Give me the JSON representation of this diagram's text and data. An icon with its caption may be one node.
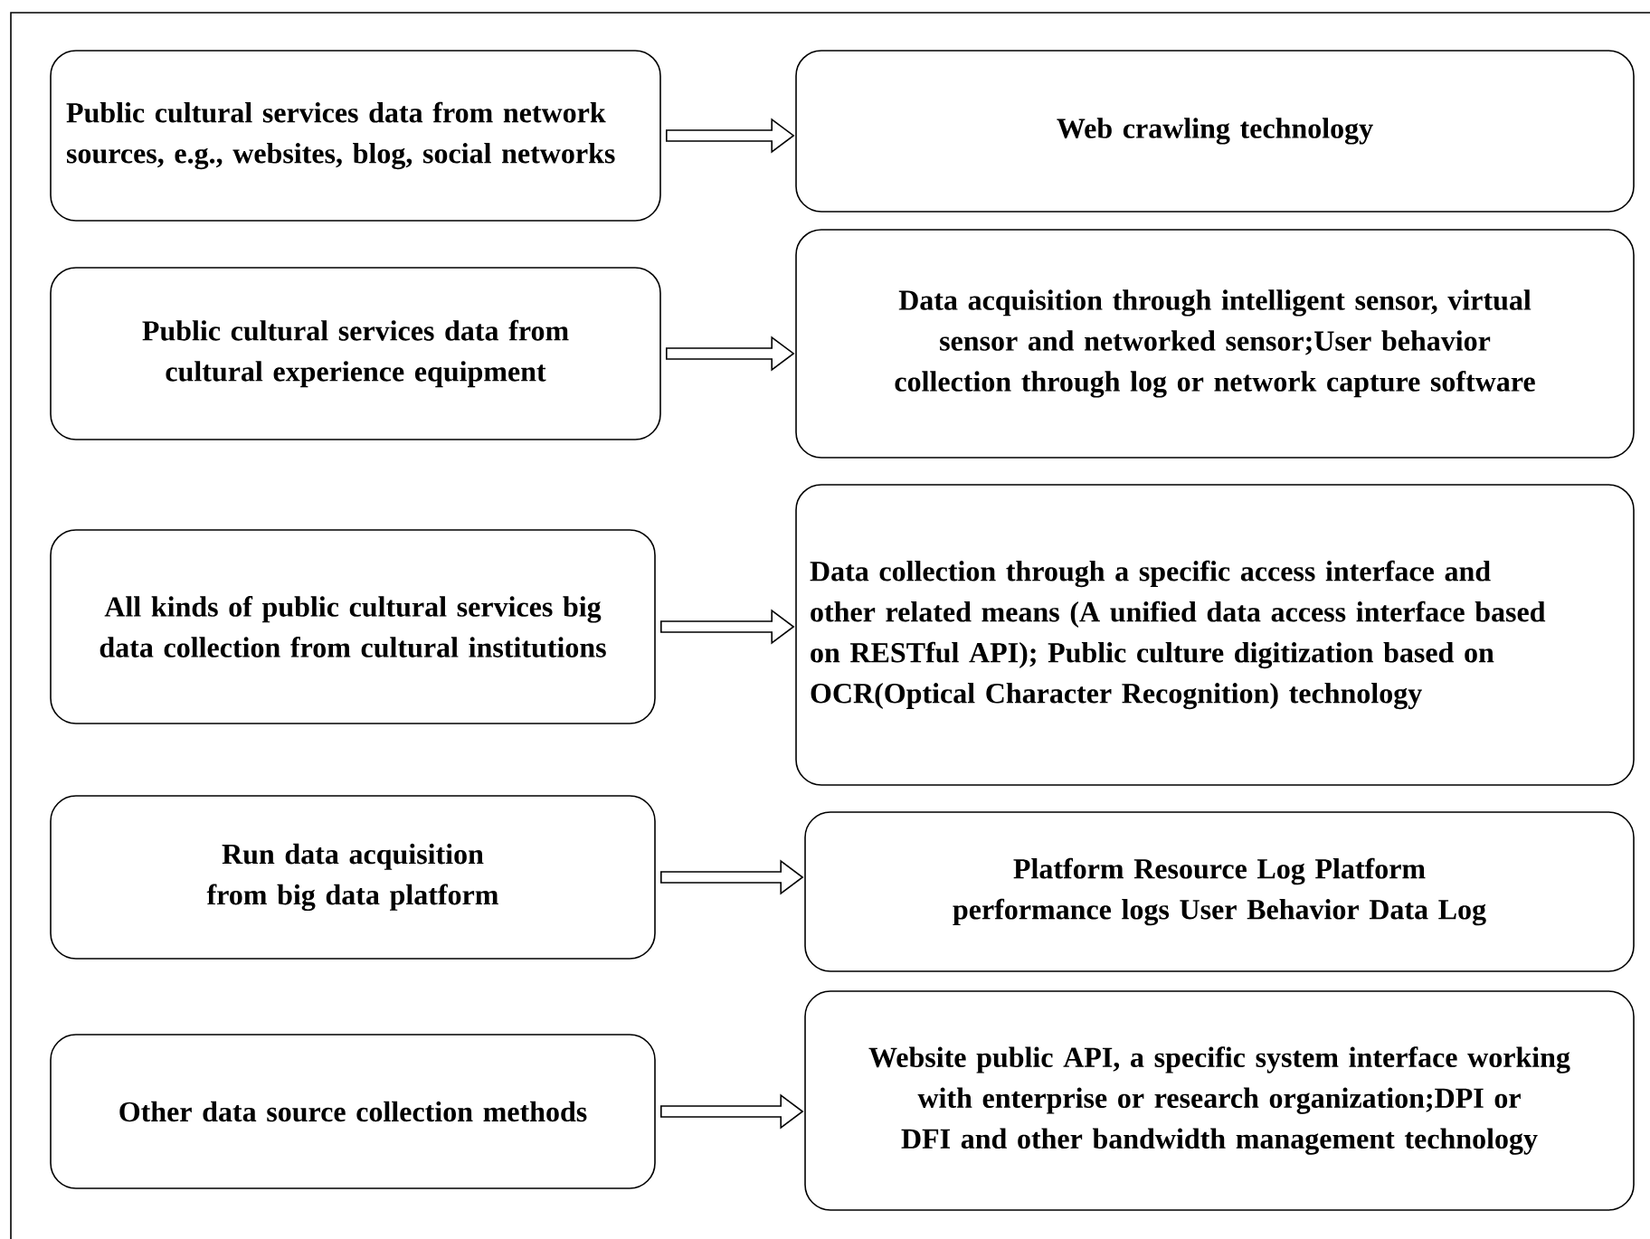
{
  "diagram": {
    "nodes": [
      {
        "text": [
          "Public cultural services data from network sources, e.g., websites, blog, social networks"
        ]
      },
      {
        "text": [
          "Web crawling technology"
        ]
      },
      {
        "text": [
          "Public cultural services data from cultural experience equipment"
        ]
      },
      {
        "text": [
          "Data acquisition through intelligent sensor, virtual sensor and networked sensor;User behavior collection through log or network capture software"
        ]
      },
      {
        "text": [
          "All kinds of public cultural services big data collection from cultural institutions"
        ]
      },
      {
        "text": [
          "Data collection through a specific access interface and other related means (A unified data access interface based on RESTful API); Public culture digitization based on OCR(Optical Character Recognition) technology"
        ]
      },
      {
        "text": [
          "Run data acquisition from big data platform"
        ]
      },
      {
        "text": [
          "Platform Resource Log Platform performance logs User Behavior Data Log"
        ]
      },
      {
        "text": [
          "Other data source collection methods"
        ]
      },
      {
        "text": [
          "Website public API, a specific system interface working with enterprise or research organization;DPI or DFI and other bandwidth management technology"
        ]
      }
    ],
    "edges": [
      {
        "from": 0,
        "to": 1,
        "arrow": "to"
      },
      {
        "from": 2,
        "to": 3,
        "arrow": "to"
      },
      {
        "from": 4,
        "to": 5,
        "arrow": "to"
      },
      {
        "from": 6,
        "to": 7,
        "arrow": "to"
      },
      {
        "from": 8,
        "to": 9,
        "arrow": "to"
      }
    ]
  }
}
